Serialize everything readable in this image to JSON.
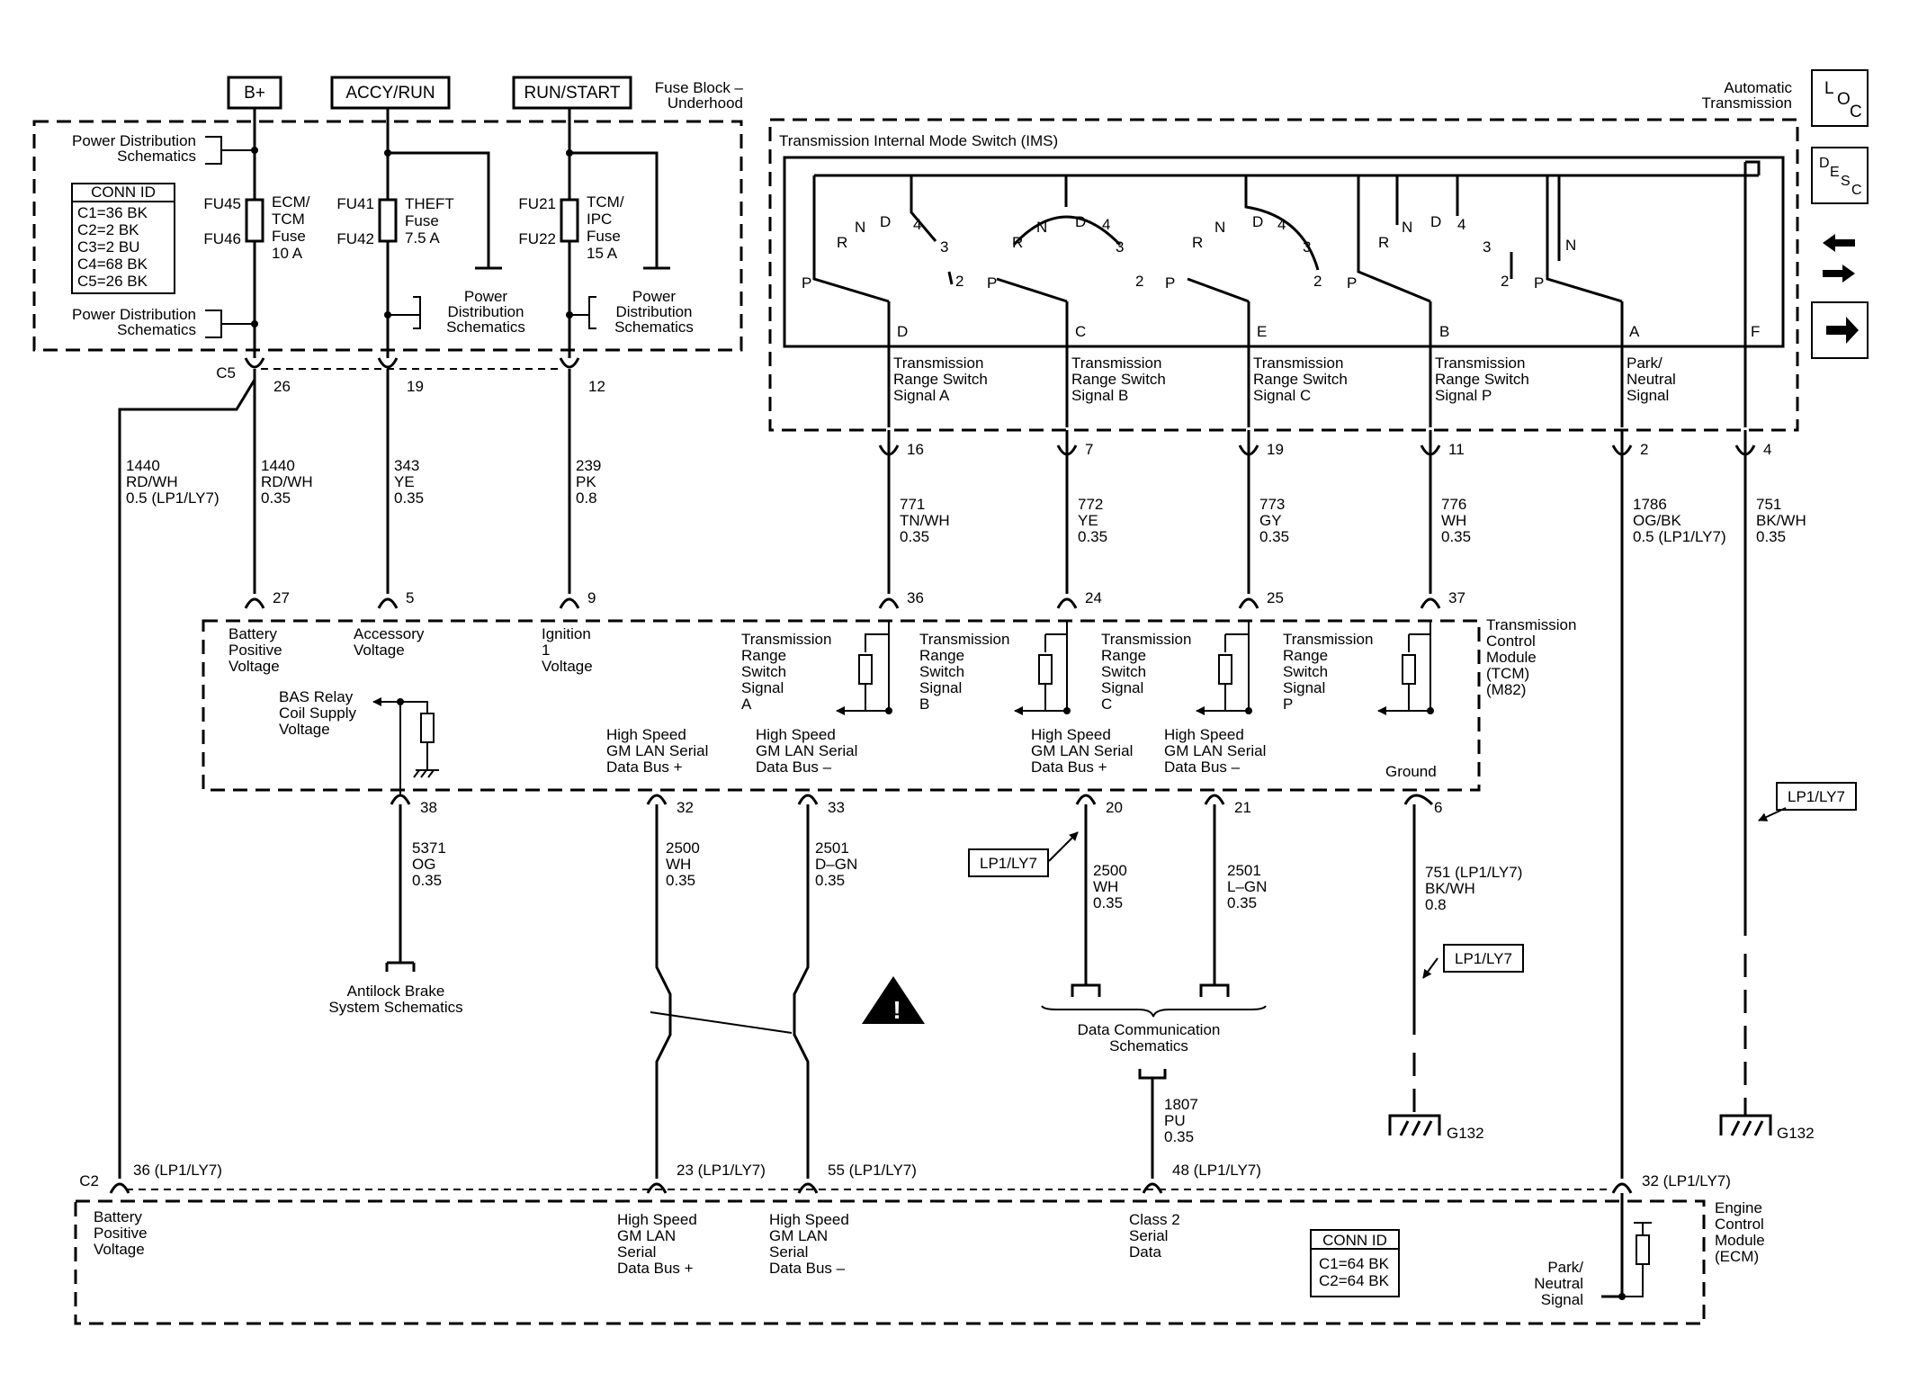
{
  "header": {
    "fuse_block": [
      "Fuse Block –",
      "Underhood"
    ],
    "auto_trans": [
      "Automatic",
      "Transmission"
    ],
    "ims": "Transmission Internal Mode Switch (IMS)"
  },
  "supplies": {
    "bplus": "B+",
    "accy": "ACCY/RUN",
    "runstart": "RUN/START"
  },
  "fuseblock": {
    "pds_top": [
      "Power Distribution",
      "Schematics"
    ],
    "pds_bottom": [
      "Power Distribution",
      "Schematics"
    ],
    "conn_title": "CONN ID",
    "conn": [
      "C1=36 BK",
      "C2=2 BK",
      "C3=2 BU",
      "C4=68 BK",
      "C5=26 BK"
    ],
    "fu45": "FU45",
    "fu46": "FU46",
    "f1_label": [
      "ECM/",
      "TCM",
      "Fuse",
      "10 A"
    ],
    "fu41": "FU41",
    "fu42": "FU42",
    "f2_label": [
      "THEFT",
      "Fuse",
      "7.5 A"
    ],
    "fu21": "FU21",
    "fu22": "FU22",
    "f3_label": [
      "TCM/",
      "IPC",
      "Fuse",
      "15 A"
    ],
    "pd2": [
      "Power",
      "Distribution",
      "Schematics"
    ],
    "pd3": [
      "Power",
      "Distribution",
      "Schematics"
    ]
  },
  "c5": {
    "name": "C5",
    "pins": [
      "26",
      "19",
      "12"
    ]
  },
  "ims": {
    "switch_letters": [
      "P",
      "R",
      "N",
      "D",
      "4",
      "3",
      "2"
    ],
    "pins": [
      "D",
      "C",
      "E",
      "B",
      "A",
      "F"
    ],
    "labels": [
      [
        "Transmission",
        "Range Switch",
        "Signal A"
      ],
      [
        "Transmission",
        "Range Switch",
        "Signal B"
      ],
      [
        "Transmission",
        "Range Switch",
        "Signal C"
      ],
      [
        "Transmission",
        "Range Switch",
        "Signal P"
      ],
      [
        "Park/",
        "Neutral",
        "Signal"
      ]
    ]
  },
  "wires_top": [
    {
      "pin": "16",
      "circuit": [
        "771",
        "TN/WH",
        "0.35"
      ]
    },
    {
      "pin": "7",
      "circuit": [
        "772",
        "YE",
        "0.35"
      ]
    },
    {
      "pin": "19",
      "circuit": [
        "773",
        "GY",
        "0.35"
      ]
    },
    {
      "pin": "11",
      "circuit": [
        "776",
        "WH",
        "0.35"
      ]
    },
    {
      "pin": "2",
      "circuit": [
        "1786",
        "OG/BK",
        "0.5 (LP1/LY7)"
      ]
    },
    {
      "pin": "4",
      "circuit": [
        "751",
        "BK/WH",
        "0.35"
      ]
    }
  ],
  "wires_power": [
    [
      "1440",
      "RD/WH",
      "0.5 (LP1/LY7)"
    ],
    [
      "1440",
      "RD/WH",
      "0.35"
    ],
    [
      "343",
      "YE",
      "0.35"
    ],
    [
      "239",
      "PK",
      "0.8"
    ]
  ],
  "tcm": {
    "title": [
      "Transmission",
      "Control",
      "Module",
      "(TCM)",
      "(M82)"
    ],
    "pins_top": [
      "27",
      "5",
      "9",
      "36",
      "24",
      "25",
      "37"
    ],
    "bpv": [
      "Battery",
      "Positive",
      "Voltage"
    ],
    "acc": [
      "Accessory",
      "Voltage"
    ],
    "ign": [
      "Ignition",
      "1",
      "Voltage"
    ],
    "bas": [
      "BAS Relay",
      "Coil Supply",
      "Voltage"
    ],
    "tr": [
      [
        "Transmission",
        "Range",
        "Switch",
        "Signal",
        "A"
      ],
      [
        "Transmission",
        "Range",
        "Switch",
        "Signal",
        "B"
      ],
      [
        "Transmission",
        "Range",
        "Switch",
        "Signal",
        "C"
      ],
      [
        "Transmission",
        "Range",
        "Switch",
        "Signal",
        "P"
      ]
    ],
    "lan1p": [
      "High Speed",
      "GM LAN Serial",
      "Data Bus +"
    ],
    "lan1m": [
      "High Speed",
      "GM LAN Serial",
      "Data Bus –"
    ],
    "lan2p": [
      "High Speed",
      "GM LAN Serial",
      "Data Bus +"
    ],
    "lan2m": [
      "High Speed",
      "GM LAN Serial",
      "Data Bus –"
    ],
    "ground": "Ground",
    "pins_bottom": [
      "38",
      "32",
      "33",
      "20",
      "21",
      "6"
    ]
  },
  "wires_mid": [
    [
      "5371",
      "OG",
      "0.35"
    ],
    [
      "2500",
      "WH",
      "0.35"
    ],
    [
      "2501",
      "D–GN",
      "0.35"
    ],
    [
      "2500",
      "WH",
      "0.35"
    ],
    [
      "2501",
      "L–GN",
      "0.35"
    ],
    [
      "751 (LP1/LY7)",
      "BK/WH",
      "0.8"
    ]
  ],
  "abs": [
    "Antilock Brake",
    "System Schematics"
  ],
  "dcs": [
    "Data Communication",
    "Schematics"
  ],
  "wire_1807": [
    "1807",
    "PU",
    "0.35"
  ],
  "lp_tags": [
    "LP1/LY7",
    "LP1/LY7",
    "LP1/LY7"
  ],
  "grounds": [
    "G132",
    "G132"
  ],
  "c2": {
    "name": "C2",
    "pins": [
      "36 (LP1/LY7)",
      "23 (LP1/LY7)",
      "55 (LP1/LY7)",
      "48 (LP1/LY7)",
      "32 (LP1/LY7)"
    ]
  },
  "ecm": {
    "title": [
      "Engine",
      "Control",
      "Module",
      "(ECM)"
    ],
    "bpv": [
      "Battery",
      "Positive",
      "Voltage"
    ],
    "lanp": [
      "High Speed",
      "GM LAN",
      "Serial",
      "Data Bus +"
    ],
    "lanm": [
      "High Speed",
      "GM LAN",
      "Serial",
      "Data Bus –"
    ],
    "class2": [
      "Class 2",
      "Serial",
      "Data"
    ],
    "pn": [
      "Park/",
      "Neutral",
      "Signal"
    ],
    "conn_title": "CONN ID",
    "conn": [
      "C1=64 BK",
      "C2=64 BK"
    ]
  },
  "nav": {
    "loc": [
      "L",
      "O",
      "C"
    ],
    "desc": [
      "D",
      "E",
      "S",
      "C"
    ]
  }
}
